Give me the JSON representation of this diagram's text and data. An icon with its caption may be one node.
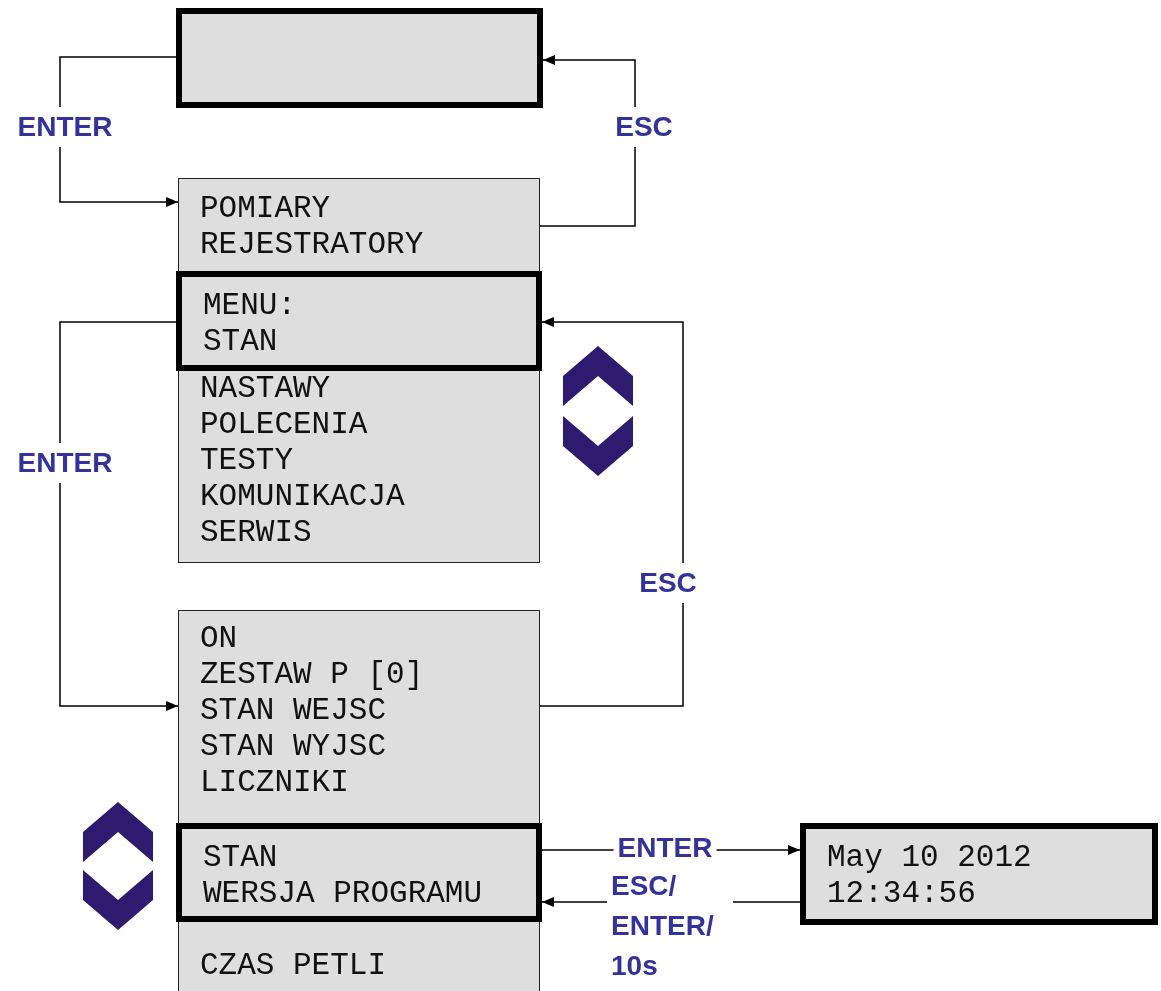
{
  "diagram": {
    "nodes": [
      {
        "text": [],
        "shape": "box"
      },
      {
        "text": [
          "POMIARY",
          "REJESTRATORY",
          "NASTAWY",
          "POLECENIA",
          "TESTY",
          "KOMUNIKACJA",
          "SERWIS"
        ]
      },
      {
        "text": [
          "MENU:",
          "STAN"
        ],
        "in": 1
      },
      {
        "text": [
          "ON",
          "ZESTAW P [0]",
          "STAN WEJSC",
          "STAN WYJSC",
          "LICZNIKI",
          "CZAS PETLI"
        ]
      },
      {
        "text": [
          "STAN",
          "WERSJA PROGRAMU"
        ],
        "in": 3
      },
      {
        "text": [
          "May 10 2012",
          "12:34:56"
        ]
      }
    ],
    "edges": [
      {
        "from": 0,
        "to": 1,
        "arrow": "to",
        "label": "ENTER"
      },
      {
        "from": 1,
        "to": 0,
        "arrow": "to",
        "label": "ESC"
      },
      {
        "from": 2,
        "to": 3,
        "arrow": "to",
        "label": "ENTER"
      },
      {
        "from": 3,
        "to": 2,
        "arrow": "to",
        "label": "ESC"
      },
      {
        "from": 4,
        "to": 5,
        "arrow": "to",
        "label": "ENTER"
      },
      {
        "from": 5,
        "to": 4,
        "arrow": "to",
        "label": "ESC/ ENTER/ 10s"
      }
    ]
  }
}
